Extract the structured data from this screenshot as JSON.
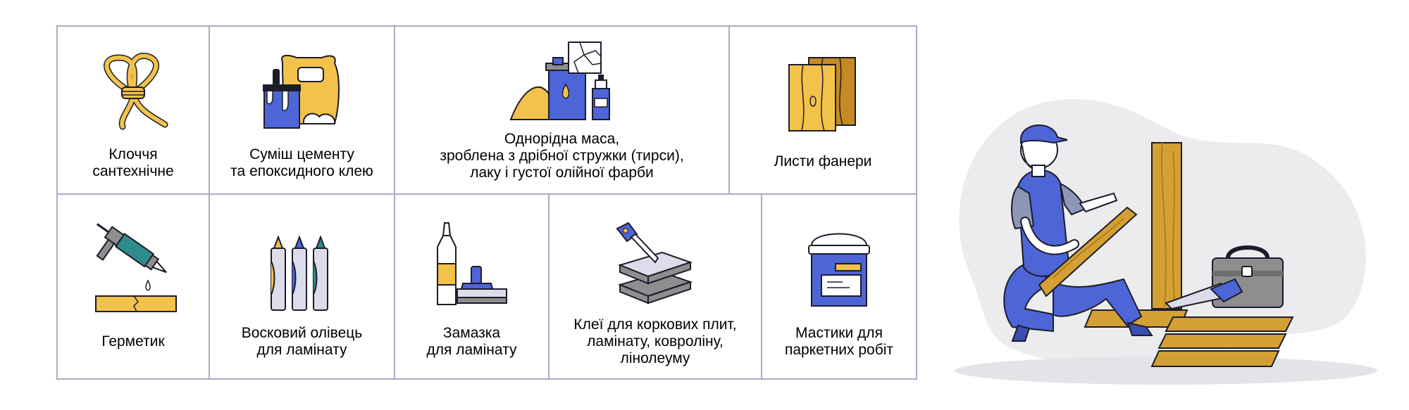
{
  "colors": {
    "border": "#a9acc8",
    "yellow": "#f2c24a",
    "blue": "#4d65d6",
    "green": "#2e8c8a",
    "gray": "#8e8e8e",
    "wood": "#d4a034",
    "outline": "#1c1c2b"
  },
  "grid": {
    "row1": [
      {
        "label1": "Клоччя",
        "label2": "сантехнічне",
        "icon": "rope-coil-icon"
      },
      {
        "label1": "Суміш цементу",
        "label2": "та епоксидного клею",
        "icon": "cement-bag-bucket-icon"
      },
      {
        "label1": "Однорідна маса,",
        "label2": "зроблена з дрібної стружки (тирси),",
        "label3": "лаку і густої олійної фарби",
        "icon": "sawdust-paint-lacquer-icon"
      },
      {
        "label1": "Листи фанери",
        "icon": "plywood-sheets-icon"
      }
    ],
    "row2": [
      {
        "label1": "Герметик",
        "icon": "sealant-gun-icon"
      },
      {
        "label1": "Восковий олівець",
        "label2": "для ламінату",
        "icon": "wax-crayons-icon"
      },
      {
        "label1": "Замазка",
        "label2": "для ламінату",
        "icon": "putty-tube-spatula-icon"
      },
      {
        "label1": "Клеї для коркових плит,",
        "label2": "ламінату, ковроліну,",
        "label3": "лінолеуму",
        "icon": "glue-spreader-boards-icon"
      },
      {
        "label1": "Мастики для",
        "label2": "паркетних робіт",
        "icon": "mastic-bucket-icon"
      }
    ]
  },
  "illustration": {
    "icon": "worker-laying-floor-icon"
  }
}
